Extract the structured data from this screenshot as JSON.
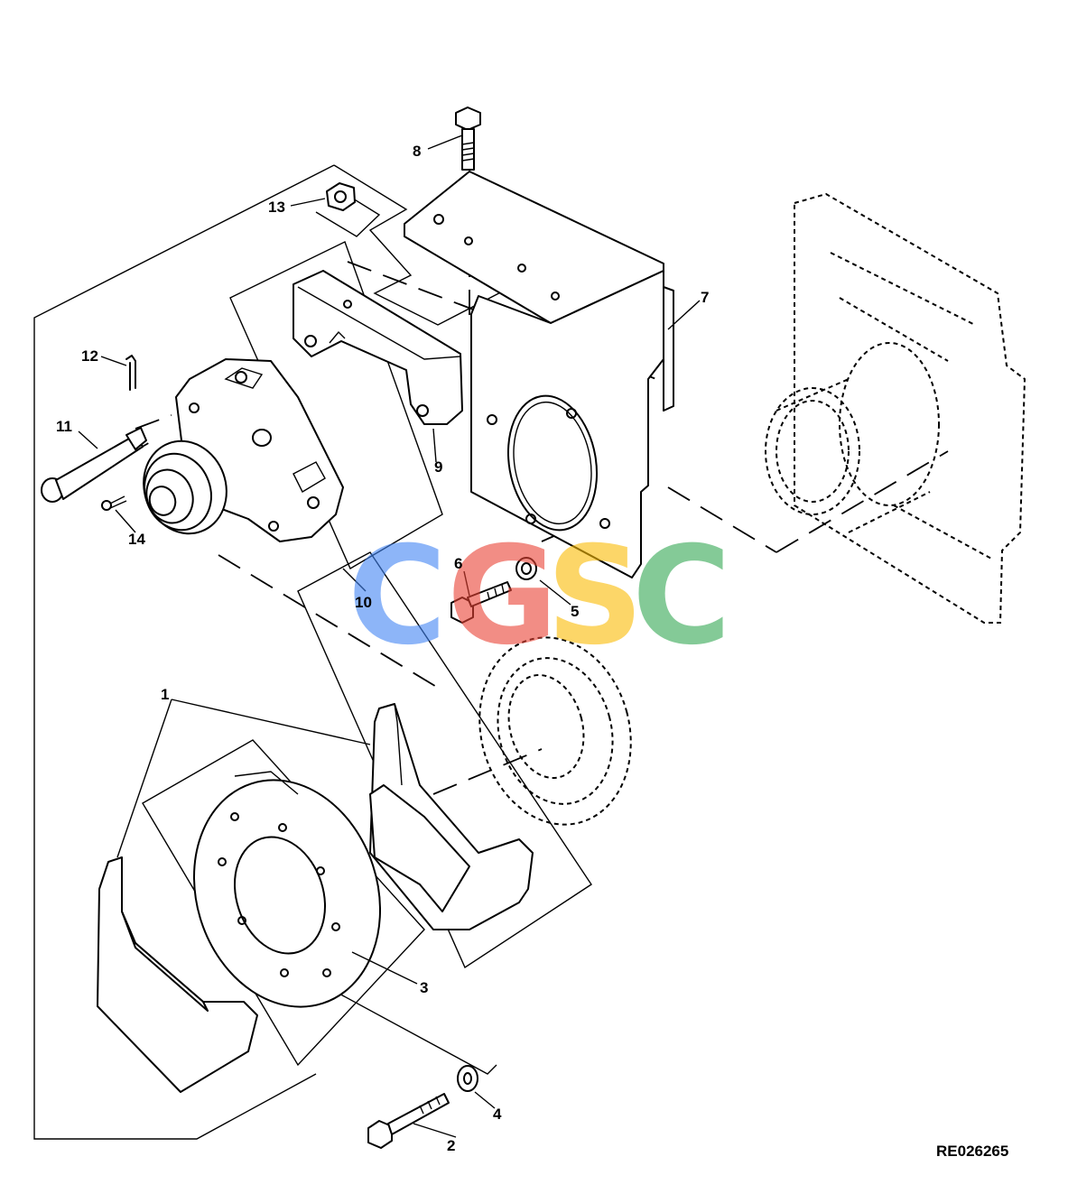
{
  "callouts": [
    "1",
    "2",
    "3",
    "4",
    "5",
    "6",
    "7",
    "8",
    "9",
    "10",
    "11",
    "12",
    "13",
    "14"
  ],
  "reference": "RE026265",
  "watermark": {
    "letters": [
      "C",
      "G",
      "S",
      "C"
    ],
    "colors": [
      "#4285F4",
      "#EA4335",
      "#FBBC05",
      "#34A853"
    ]
  }
}
